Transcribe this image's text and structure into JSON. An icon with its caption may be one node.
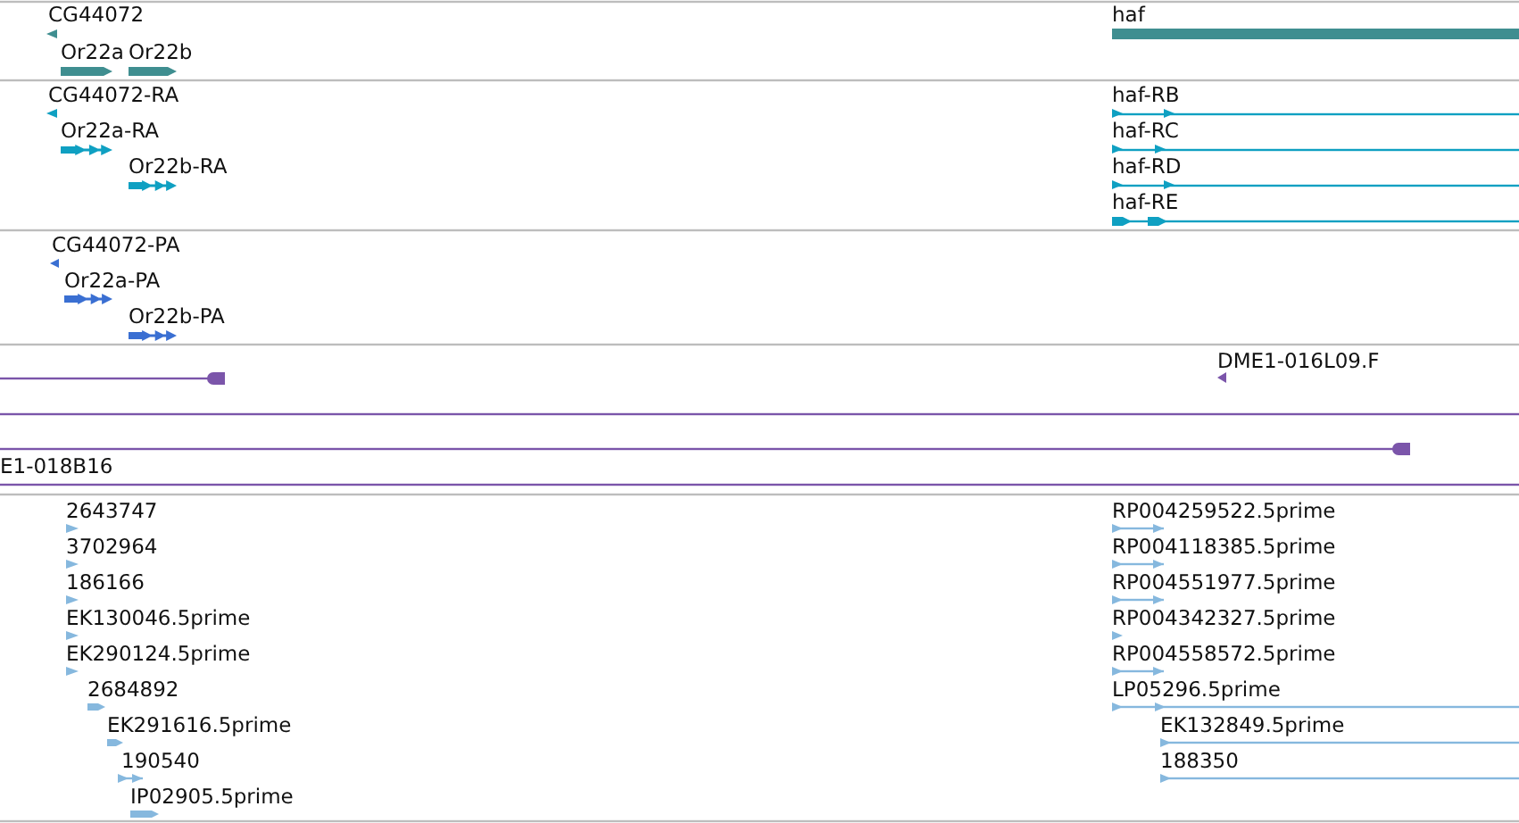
{
  "diagram": {
    "labels": [
      "CG44072",
      "haf",
      "Or22a",
      "Or22b",
      "CG44072-RA",
      "haf-RB",
      "Or22a-RA",
      "haf-RC",
      "Or22b-RA",
      "haf-RD",
      "haf-RE",
      "CG44072-PA",
      "Or22a-PA",
      "Or22b-PA",
      "DME1-016L09.F",
      "E1-018B16",
      "2643747",
      "RP004259522.5prime",
      "3702964",
      "RP004118385.5prime",
      "186166",
      "RP004551977.5prime",
      "EK130046.5prime",
      "RP004342327.5prime",
      "EK290124.5prime",
      "RP004558572.5prime",
      "2684892",
      "LP05296.5prime",
      "EK291616.5prime",
      "EK132849.5prime",
      "190540",
      "188350",
      "IP02905.5prime"
    ]
  }
}
